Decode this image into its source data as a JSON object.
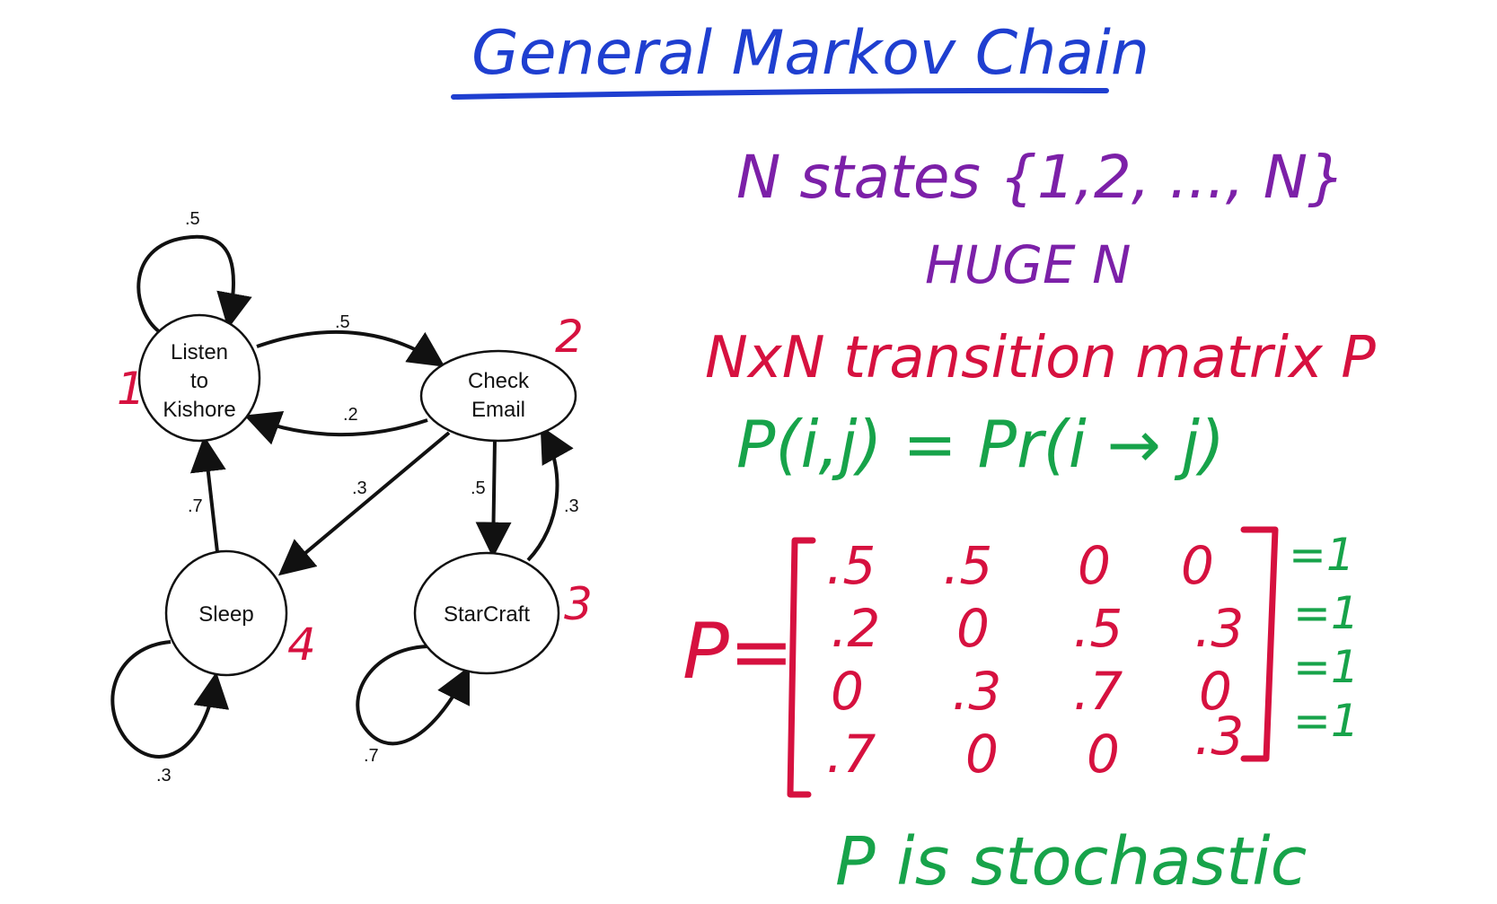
{
  "title": "General Markov Chain",
  "notes": {
    "line1": "N states {1,2, ..., N}",
    "line2": "HUGE N",
    "line3": "NxN transition matrix P",
    "line4": "P(i,j) = Pr(i → j)",
    "line5": "P is stochastic"
  },
  "diagram": {
    "nodes": [
      {
        "id": "listen",
        "label_lines": [
          "Listen",
          "to",
          "Kishore"
        ],
        "number": "1"
      },
      {
        "id": "check",
        "label_lines": [
          "Check",
          "Email"
        ],
        "number": "2"
      },
      {
        "id": "starcraft",
        "label_lines": [
          "StarCraft"
        ],
        "number": "3"
      },
      {
        "id": "sleep",
        "label_lines": [
          "Sleep"
        ],
        "number": "4"
      }
    ],
    "edges": [
      {
        "from": "listen",
        "to": "listen",
        "label": ".5"
      },
      {
        "from": "listen",
        "to": "check",
        "label": ".5"
      },
      {
        "from": "check",
        "to": "listen",
        "label": ".2"
      },
      {
        "from": "check",
        "to": "sleep",
        "label": ".3"
      },
      {
        "from": "check",
        "to": "starcraft",
        "label": ".5"
      },
      {
        "from": "starcraft",
        "to": "check",
        "label": ".3"
      },
      {
        "from": "sleep",
        "to": "listen",
        "label": ".7"
      },
      {
        "from": "sleep",
        "to": "sleep",
        "label": ".3"
      },
      {
        "from": "starcraft",
        "to": "starcraft",
        "label": ".7"
      }
    ]
  },
  "matrix": {
    "lhs": "P=",
    "rows": [
      [
        ".5",
        ".5",
        "0",
        "0"
      ],
      [
        ".2",
        "0",
        ".5",
        ".3"
      ],
      [
        "0",
        ".3",
        ".7",
        "0"
      ],
      [
        ".7",
        "0",
        "0",
        ".3"
      ]
    ],
    "row_sums": [
      "=1",
      "=1",
      "=1",
      "=1"
    ]
  }
}
